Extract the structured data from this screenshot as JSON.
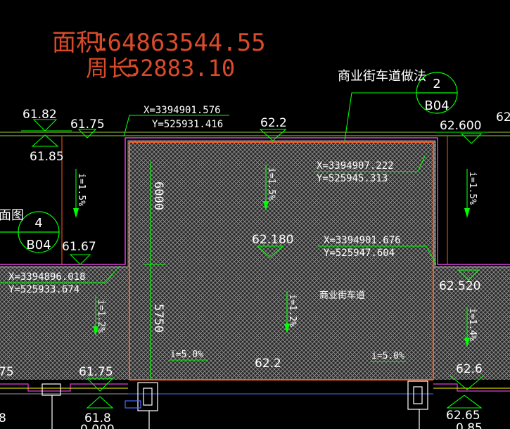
{
  "summary": {
    "area_label": "面积:",
    "area_value": "164863544.55",
    "perimeter_label": "周长:",
    "perimeter_value": "52883.10"
  },
  "callouts": {
    "detail_title": "商业街车道做法",
    "detail_number": "2",
    "detail_sheet": "B04",
    "section_title": "面图",
    "section_number": "4",
    "section_sheet": "B04",
    "center_label": "商业街车道"
  },
  "elevations": {
    "e1": "61.82",
    "e2": "61.75",
    "e3": "61.85",
    "e4": "62.2",
    "e5": "62.600",
    "e6": "62",
    "e7": "61.67",
    "e8": "62.180",
    "e9": "62.520",
    "e10": "62.2",
    "e11": "62.6",
    "e12": "61.75",
    "e13": "61.8",
    "e14": "62.65",
    "e15": "75",
    "e16": "8",
    "e17": "0.000",
    "e18": "0.85"
  },
  "coordinates": {
    "c1x": "X=3394901.576",
    "c1y": "Y=525931.416",
    "c2x": "X=3394907.222",
    "c2y": "Y=525945.313",
    "c3x": "X=3394901.676",
    "c3y": "Y=525947.604",
    "c4x": "X=3394896.018",
    "c4y": "Y=525933.674"
  },
  "slopes": {
    "s1": "i=1.5%",
    "s2": "i=1.5%",
    "s3": "i=1.5%",
    "s4": "i=1.2%",
    "s5": "i=1.2%",
    "s6": "i=1.4%",
    "s7": "i=5.0%",
    "s8": "i=5.0%"
  },
  "dimensions": {
    "d1": "6000",
    "d2": "5750"
  },
  "colors": {
    "background": "#000000",
    "hatch": "#9a9a9a",
    "text": "#ffffff",
    "summary_text": "#d84a2a",
    "leader": "#00ff00",
    "boundary": "#ff5a1e",
    "road_edge": "#e040e0",
    "curb": "#ffff00"
  }
}
